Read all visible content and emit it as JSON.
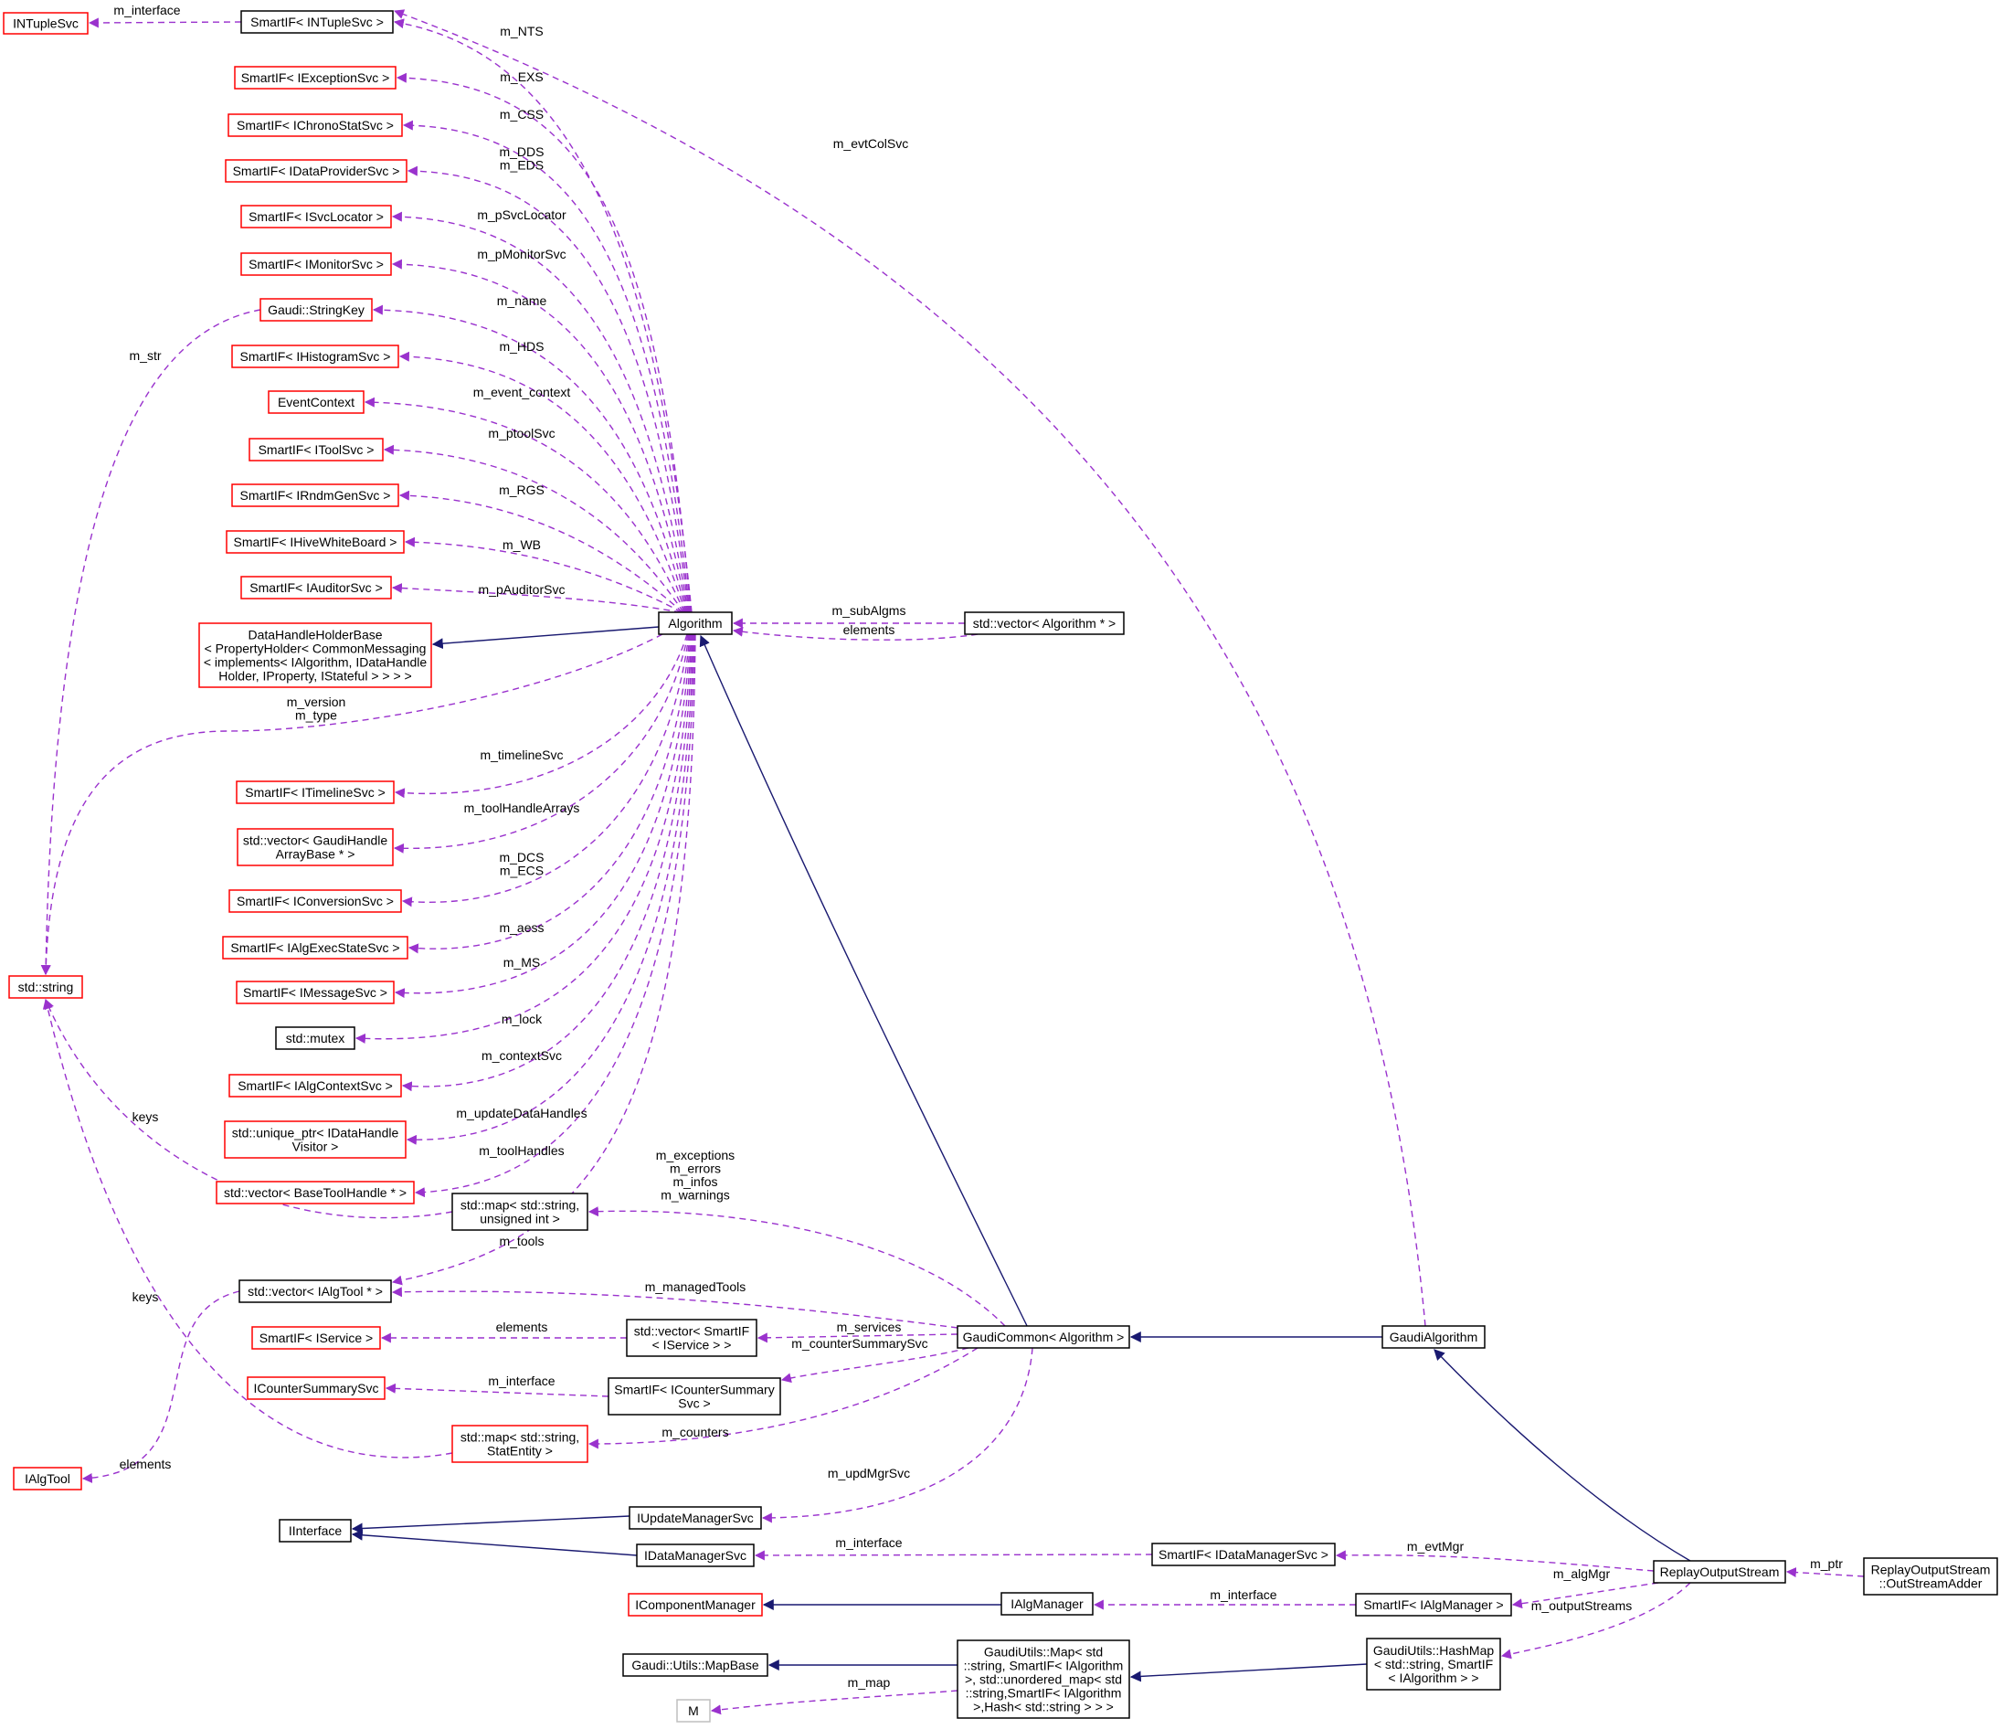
{
  "colors": {
    "external_border": "#ff0000",
    "documented_border": "#000000",
    "undocumented_border": "#bfbfbf",
    "focus_fill": "#bfbfbf",
    "usage_edge": "#9a32cd",
    "inheritance_edge": "#191970"
  },
  "nodes": {
    "intuplesvc": {
      "lines": [
        "INTupleSvc"
      ]
    },
    "smartif_intuplesvc": {
      "lines": [
        "SmartIF< INTupleSvc >"
      ]
    },
    "smartif_iexceptionsvc": {
      "lines": [
        "SmartIF< IExceptionSvc >"
      ]
    },
    "smartif_ichronostatsvc": {
      "lines": [
        "SmartIF< IChronoStatSvc >"
      ]
    },
    "smartif_idataprovidersvc": {
      "lines": [
        "SmartIF< IDataProviderSvc >"
      ]
    },
    "smartif_isvclocator": {
      "lines": [
        "SmartIF< ISvcLocator >"
      ]
    },
    "smartif_imonitorsvc": {
      "lines": [
        "SmartIF< IMonitorSvc >"
      ]
    },
    "gaudi_stringkey": {
      "lines": [
        "Gaudi::StringKey"
      ]
    },
    "smartif_ihistogramsvc": {
      "lines": [
        "SmartIF< IHistogramSvc >"
      ]
    },
    "eventcontext": {
      "lines": [
        "EventContext"
      ]
    },
    "smartif_itoolsvc": {
      "lines": [
        "SmartIF< IToolSvc >"
      ]
    },
    "smartif_irndmgensvc": {
      "lines": [
        "SmartIF< IRndmGenSvc >"
      ]
    },
    "smartif_ihivewhiteboard": {
      "lines": [
        "SmartIF< IHiveWhiteBoard >"
      ]
    },
    "smartif_iauditorsvc": {
      "lines": [
        "SmartIF< IAuditorSvc >"
      ]
    },
    "datahandleholderbase": {
      "lines": [
        "DataHandleHolderBase",
        "< PropertyHolder< CommonMessaging",
        "< implements< IAlgorithm, IDataHandle",
        "Holder, IProperty, IStateful > > > >"
      ]
    },
    "std_string": {
      "lines": [
        "std::string"
      ]
    },
    "smartif_itimelinesvc": {
      "lines": [
        "SmartIF< ITimelineSvc >"
      ]
    },
    "vector_gaudihandlearraybase": {
      "lines": [
        "std::vector< GaudiHandle",
        "ArrayBase * >"
      ]
    },
    "smartif_iconversionsvc": {
      "lines": [
        "SmartIF< IConversionSvc >"
      ]
    },
    "smartif_ialgexecstatesvc": {
      "lines": [
        "SmartIF< IAlgExecStateSvc >"
      ]
    },
    "smartif_imessagesvc": {
      "lines": [
        "SmartIF< IMessageSvc >"
      ]
    },
    "std_mutex": {
      "lines": [
        "std::mutex"
      ]
    },
    "smartif_ialgcontextsvc": {
      "lines": [
        "SmartIF< IAlgContextSvc >"
      ]
    },
    "unique_ptr_idatahandlevisitor": {
      "lines": [
        "std::unique_ptr< IDataHandle",
        "Visitor >"
      ]
    },
    "vector_basetoolhandle": {
      "lines": [
        "std::vector< BaseToolHandle * >"
      ]
    },
    "map_string_uint": {
      "lines": [
        "std::map< std::string,",
        "unsigned int >"
      ]
    },
    "vector_ialgtool": {
      "lines": [
        "std::vector< IAlgTool * >"
      ]
    },
    "smartif_iservice": {
      "lines": [
        "SmartIF< IService >"
      ]
    },
    "vector_smartif_iservice": {
      "lines": [
        "std::vector< SmartIF",
        "< IService > >"
      ]
    },
    "icountersummarysvc": {
      "lines": [
        "ICounterSummarySvc"
      ]
    },
    "smartif_icountersummarysvc": {
      "lines": [
        "SmartIF< ICounterSummary",
        "Svc >"
      ]
    },
    "map_string_statentity": {
      "lines": [
        "std::map< std::string,",
        "StatEntity >"
      ]
    },
    "ialgtool": {
      "lines": [
        "IAlgTool"
      ]
    },
    "iupdatemanagersvc": {
      "lines": [
        "IUpdateManagerSvc"
      ]
    },
    "iinterface": {
      "lines": [
        "IInterface"
      ]
    },
    "idatamanagersvc": {
      "lines": [
        "IDataManagerSvc"
      ]
    },
    "icomponentmanager": {
      "lines": [
        "IComponentManager"
      ]
    },
    "ialgmanager": {
      "lines": [
        "IAlgManager"
      ]
    },
    "gaudi_utils_mapbase": {
      "lines": [
        "Gaudi::Utils::MapBase"
      ]
    },
    "m_node": {
      "lines": [
        "M"
      ]
    },
    "algorithm": {
      "lines": [
        "Algorithm"
      ]
    },
    "vector_algorithm": {
      "lines": [
        "std::vector< Algorithm * >"
      ]
    },
    "gaudicommon_algorithm": {
      "lines": [
        "GaudiCommon< Algorithm >"
      ]
    },
    "gaudialgorithm": {
      "lines": [
        "GaudiAlgorithm"
      ]
    },
    "smartif_idatamanagersvc": {
      "lines": [
        "SmartIF< IDataManagerSvc >"
      ]
    },
    "smartif_ialgmanager": {
      "lines": [
        "SmartIF< IAlgManager >"
      ]
    },
    "gaudiutils_map": {
      "lines": [
        "GaudiUtils::Map< std",
        "::string, SmartIF< IAlgorithm",
        ">, std::unordered_map< std",
        "::string,SmartIF< IAlgorithm",
        ">,Hash< std::string > > >"
      ]
    },
    "gaudiutils_hashmap": {
      "lines": [
        "GaudiUtils::HashMap",
        "< std::string, SmartIF",
        "< IAlgorithm > >"
      ]
    },
    "replayoutputstream": {
      "lines": [
        "ReplayOutputStream"
      ]
    },
    "outstreamadder": {
      "lines": [
        "ReplayOutputStream",
        "::OutStreamAdder"
      ]
    }
  },
  "edge_labels": {
    "m_interface_ntuple": [
      "m_interface"
    ],
    "m_nts": [
      "m_NTS"
    ],
    "m_exs": [
      "m_EXS"
    ],
    "m_css": [
      "m_CSS"
    ],
    "m_dds_eds": [
      "m_DDS",
      "m_EDS"
    ],
    "m_psvclocator": [
      "m_pSvcLocator"
    ],
    "m_pmonitorsvc": [
      "m_pMonitorSvc"
    ],
    "m_name": [
      "m_name"
    ],
    "m_hds": [
      "m_HDS"
    ],
    "m_event_context": [
      "m_event_context"
    ],
    "m_ptoolsvc": [
      "m_ptoolSvc"
    ],
    "m_rgs": [
      "m_RGS"
    ],
    "m_wb": [
      "m_WB"
    ],
    "m_pauditorsvc": [
      "m_pAuditorSvc"
    ],
    "m_version_type": [
      "m_version",
      "m_type"
    ],
    "m_timelinesvc": [
      "m_timelineSvc"
    ],
    "m_toolhandlearrays": [
      "m_toolHandleArrays"
    ],
    "m_dcs_ecs": [
      "m_DCS",
      "m_ECS"
    ],
    "m_aess": [
      "m_aess"
    ],
    "m_ms": [
      "m_MS"
    ],
    "m_lock": [
      "m_lock"
    ],
    "m_contextsvc": [
      "m_contextSvc"
    ],
    "m_updatedatahandles": [
      "m_updateDataHandles"
    ],
    "m_toolhandles": [
      "m_toolHandles"
    ],
    "m_tools": [
      "m_tools"
    ],
    "m_str": [
      "m_str"
    ],
    "keys_map": [
      "keys"
    ],
    "keys_statentity": [
      "keys"
    ],
    "elements_ialgtool": [
      "elements"
    ],
    "m_subalgms": [
      "m_subAlgms"
    ],
    "elements_vector_algorithm": [
      "elements"
    ],
    "m_evtcolsvc": [
      "m_evtColSvc"
    ],
    "m_counters_group": [
      "m_exceptions",
      "m_errors",
      "m_infos",
      "m_warnings"
    ],
    "m_managedtools": [
      "m_managedTools"
    ],
    "elements_iservice": [
      "elements"
    ],
    "m_services": [
      "m_services"
    ],
    "m_countersummarysvc": [
      "m_counterSummarySvc"
    ],
    "m_interface_counter": [
      "m_interface"
    ],
    "m_counters": [
      "m_counters"
    ],
    "m_updmgrsvc": [
      "m_updMgrSvc"
    ],
    "m_interface_datamgr": [
      "m_interface"
    ],
    "m_evtmgr": [
      "m_evtMgr"
    ],
    "m_interface_algmgr": [
      "m_interface"
    ],
    "m_algmgr": [
      "m_algMgr"
    ],
    "m_outputstreams": [
      "m_outputStreams"
    ],
    "m_map": [
      "m_map"
    ],
    "m_ptr": [
      "m_ptr"
    ]
  }
}
